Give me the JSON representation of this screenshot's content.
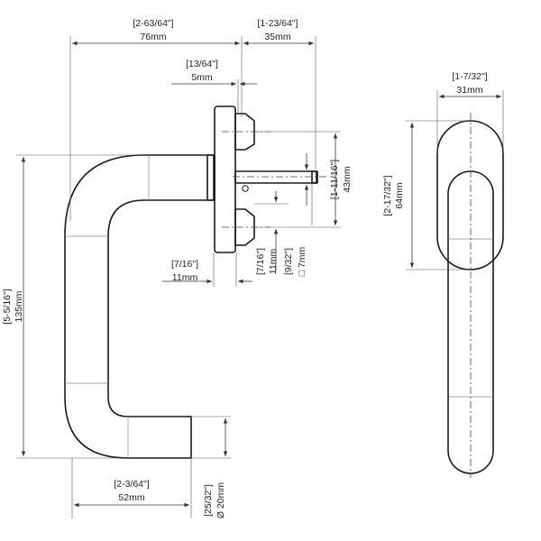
{
  "dimensions": {
    "total_width": {
      "inch": "[2-63/64\"]",
      "mm": "76mm"
    },
    "rose_depth": {
      "inch": "[1-23/64\"]",
      "mm": "35mm"
    },
    "plate_thickness": {
      "inch": "[13/64\"]",
      "mm": "5mm"
    },
    "screw_spacing": {
      "inch": "[1-11/16\"]",
      "mm": "43mm"
    },
    "neck_width": {
      "inch": "[7/16\"]",
      "mm": "11mm"
    },
    "spindle_offset": {
      "inch": "[7/16\"]",
      "mm": "11mm"
    },
    "spindle_square": {
      "inch": "[9/32\"]",
      "mm": "□ 7mm"
    },
    "handle_length": {
      "inch": "[5-5/16\"]",
      "mm": "135mm"
    },
    "grip_projection": {
      "inch": "[2-3/64\"]",
      "mm": "52mm"
    },
    "grip_diameter": {
      "inch": "[25/32\"]",
      "mm": "Ø 20mm"
    },
    "rose_width": {
      "inch": "[1-7/32\"]",
      "mm": "31mm"
    },
    "rose_height": {
      "inch": "[2-17/32\"]",
      "mm": "64mm"
    }
  }
}
